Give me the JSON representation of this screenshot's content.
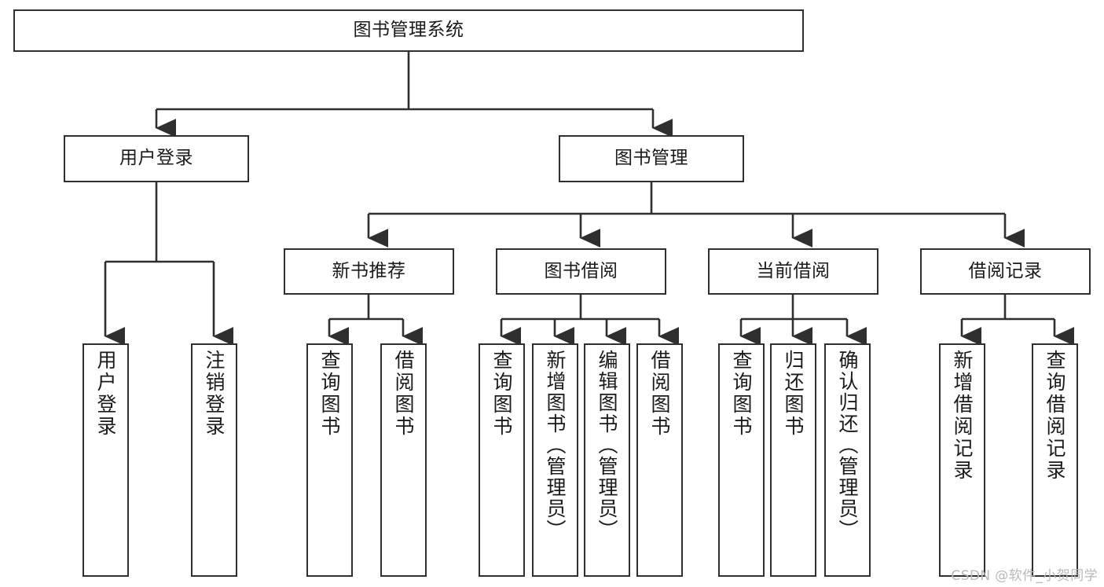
{
  "diagram": {
    "title": "图书管理系统",
    "watermark": "CSDN @软件_小贺同学",
    "colors": {
      "stroke": "#2f2f2f",
      "fill": "#ffffff",
      "text": "#1a1a1a",
      "watermark": "#b9b9b9"
    },
    "root": {
      "label": "图书管理系统"
    },
    "level2": [
      {
        "label": "用户登录"
      },
      {
        "label": "图书管理"
      }
    ],
    "level3": [
      {
        "label": "新书推荐"
      },
      {
        "label": "图书借阅"
      },
      {
        "label": "当前借阅"
      },
      {
        "label": "借阅记录"
      }
    ],
    "leaves": {
      "user_login": [
        {
          "label": "用户登录"
        },
        {
          "label": "注销登录"
        }
      ],
      "new_book_recommend": [
        {
          "label": "查询图书"
        },
        {
          "label": "借阅图书"
        }
      ],
      "book_borrow": [
        {
          "label": "查询图书"
        },
        {
          "label": "新增图书（管理员）"
        },
        {
          "label": "编辑图书（管理员）"
        },
        {
          "label": "借阅图书"
        }
      ],
      "current_borrow": [
        {
          "label": "查询图书"
        },
        {
          "label": "归还图书"
        },
        {
          "label": "确认归还（管理员）"
        }
      ],
      "borrow_record": [
        {
          "label": "新增借阅记录"
        },
        {
          "label": "查询借阅记录"
        }
      ]
    }
  }
}
